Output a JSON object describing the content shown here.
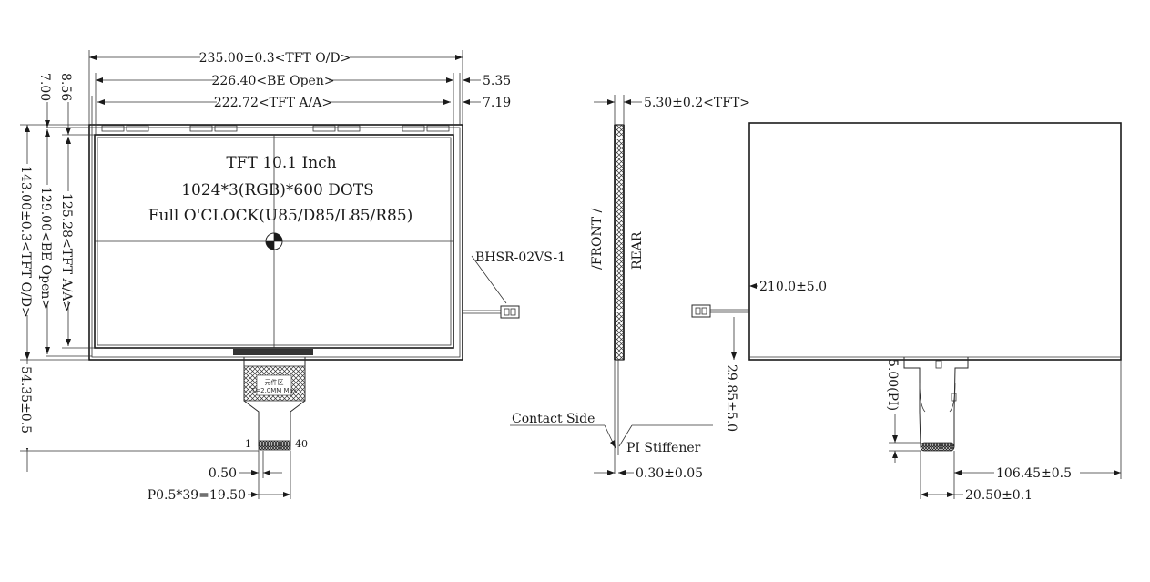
{
  "front": {
    "title_line1": "TFT 10.1 Inch",
    "title_line2": "1024*3(RGB)*600 DOTS",
    "title_line3": "Full O'CLOCK(U85/D85/L85/R85)",
    "dim_width_outline": "235.00±0.3<TFT O/D>",
    "dim_width_be": "226.40<BE Open>",
    "dim_width_aa": "222.72<TFT A/A>",
    "dim_right_535": "5.35",
    "dim_right_719": "7.19",
    "dim_left_856": "8.56",
    "dim_left_700": "7.00",
    "dim_height_aa": "125.28<TFT A/A>",
    "dim_height_be": "129.00<BE Open>",
    "dim_height_outline": "143.00±0.3<TFT O/D>",
    "dim_fpc_len": "54.35±0.5",
    "connector": "BHSR-02VS-1",
    "fpc_pin_first": "1",
    "fpc_pin_last": "40",
    "dim_pitch": "0.50",
    "dim_pitch_total": "P0.5*39=19.50",
    "fpc_note1": "元件区",
    "fpc_note2": "T=2.0MM Max"
  },
  "side": {
    "dim_thickness": "5.30±0.2<TFT>",
    "label_front": "/FRONT /",
    "label_rear": "REAR",
    "label_contact": "Contact Side",
    "label_stiffener": "PI Stiffener",
    "dim_pi": "0.30±0.05"
  },
  "rear": {
    "dim_cable": "210.0±5.0",
    "dim_fpc_pi": "5.00(PI)",
    "dim_offset_v": "29.85±5.0",
    "dim_offset_h": "106.45±0.5",
    "dim_fpc_width": "20.50±0.1"
  }
}
